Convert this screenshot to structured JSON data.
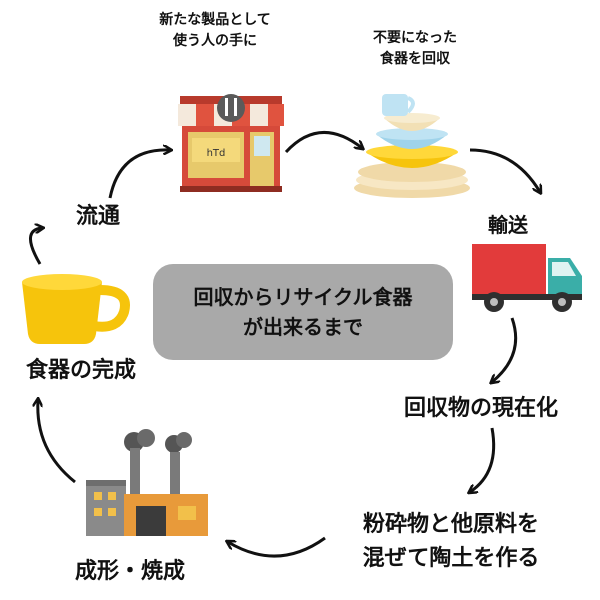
{
  "center": {
    "line1": "回収からリサイクル食器",
    "line2": "が出来るまで"
  },
  "steps": {
    "new_product": {
      "line1": "新たな製品として",
      "line2": "使う人の手に"
    },
    "collect": {
      "line1": "不要になった",
      "line2": "食器を回収"
    },
    "transport": "輸送",
    "present": "回収物の現在化",
    "mix": {
      "line1": "粉砕物と他原料を",
      "line2": "混ぜて陶土を作る"
    },
    "form": "成形・焼成",
    "complete": "食器の完成",
    "distribute": "流通"
  },
  "icons": {
    "shop": "shop-icon",
    "dishes": "dish-stack-icon",
    "truck": "truck-icon",
    "factory": "factory-icon",
    "cup": "cup-icon"
  },
  "colors": {
    "center_box": "#a9a9a9",
    "arrow": "#111111",
    "truck_body": "#e23b3b",
    "truck_cab": "#3aaea8",
    "cup": "#f6c40c"
  }
}
